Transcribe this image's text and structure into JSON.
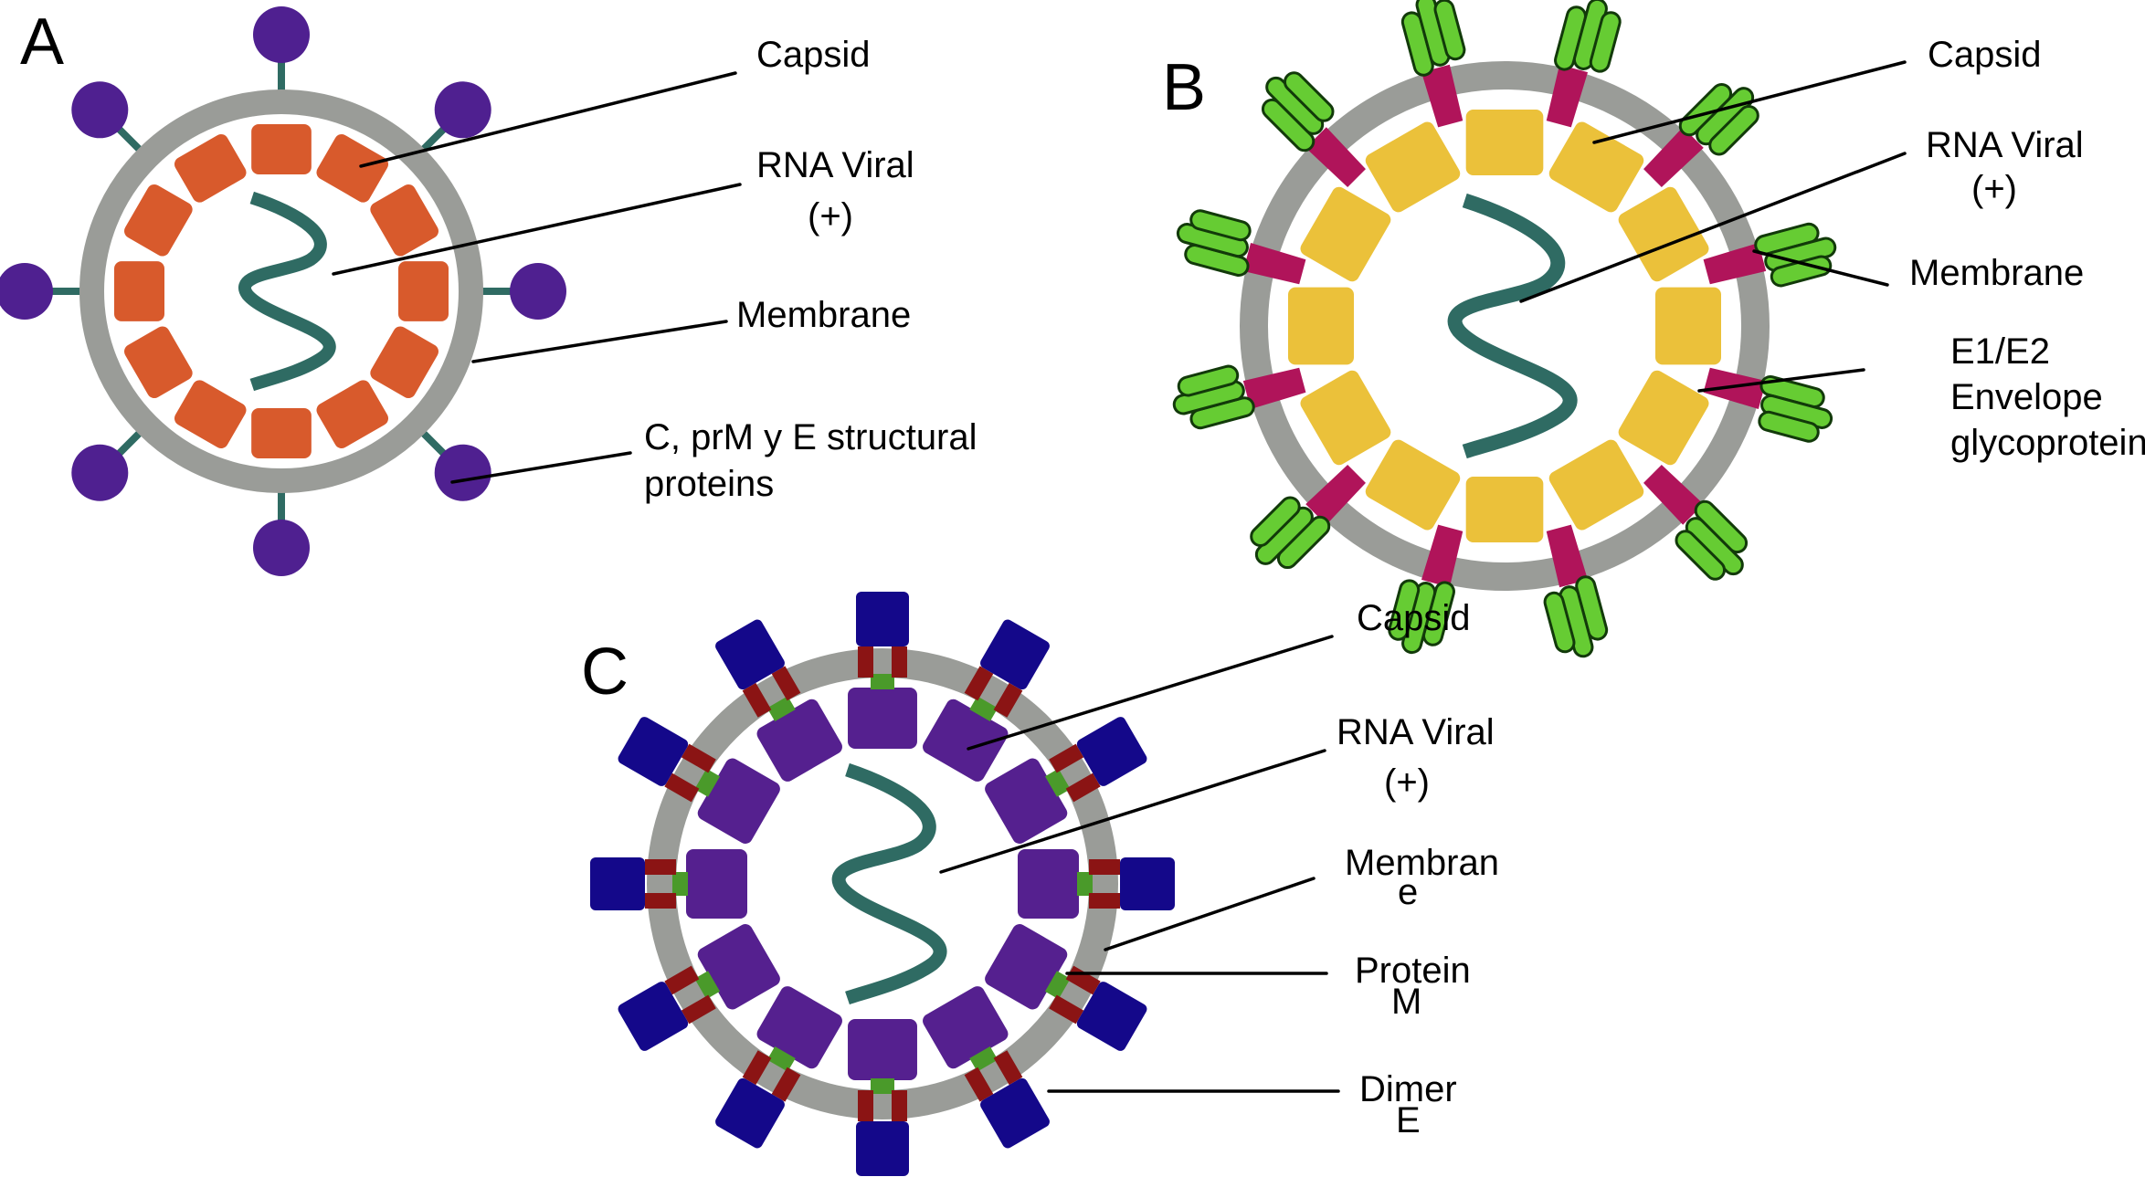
{
  "figure": {
    "title": "Structural schematic of three positive-sense RNA virus particles",
    "panels": [
      {
        "id": "A",
        "letter": "A",
        "colors": {
          "membrane": "#9a9c98",
          "capsid": "#d85a2c",
          "rna": "#2f6b63",
          "surface_protein": "#4f2090",
          "stem": "#2f6b63"
        },
        "capsid_subunits": 12,
        "surface_proteins": 8,
        "surface_style": "knob",
        "labels": [
          {
            "lines": [
              "Capsid"
            ],
            "target": "capsid"
          },
          {
            "lines": [
              "RNA Viral",
              "(+)"
            ],
            "target": "rna"
          },
          {
            "lines": [
              "Membrane"
            ],
            "target": "membrane"
          },
          {
            "lines": [
              "C, prM y E structural",
              "proteins"
            ],
            "target": "surface_protein"
          }
        ]
      },
      {
        "id": "B",
        "letter": "B",
        "colors": {
          "membrane": "#9a9c98",
          "capsid": "#ebc13a",
          "rna": "#2f6b63",
          "surface_protein": "#66cc33",
          "surface_outline": "#123a0a",
          "base": "#b0145a"
        },
        "capsid_subunits": 12,
        "surface_proteins": 12,
        "surface_style": "glycoprotein-bundle",
        "labels": [
          {
            "lines": [
              "Capsid"
            ],
            "target": "capsid"
          },
          {
            "lines": [
              "RNA Viral",
              "(+)"
            ],
            "target": "rna"
          },
          {
            "lines": [
              "Membrane"
            ],
            "target": "membrane"
          },
          {
            "lines": [
              "E1/E2",
              "Envelope",
              "glycoprotein"
            ],
            "target": "surface_protein"
          }
        ]
      },
      {
        "id": "C",
        "letter": "C",
        "colors": {
          "membrane": "#9a9c98",
          "capsid": "#55208f",
          "rna": "#2f6b63",
          "surface_protein": "#14088a",
          "protein_m": "#8b1414",
          "linker": "#4a9a2a"
        },
        "capsid_subunits": 12,
        "surface_proteins": 12,
        "surface_style": "dimer-block",
        "labels": [
          {
            "lines": [
              "Capsid"
            ],
            "target": "capsid"
          },
          {
            "lines": [
              "RNA Viral",
              "(+)"
            ],
            "target": "rna"
          },
          {
            "lines": [
              "Membran",
              "e"
            ],
            "target": "membrane"
          },
          {
            "lines": [
              "Protein",
              "M"
            ],
            "target": "protein_m"
          },
          {
            "lines": [
              "Dimer",
              "E"
            ],
            "target": "surface_protein"
          }
        ]
      }
    ]
  }
}
